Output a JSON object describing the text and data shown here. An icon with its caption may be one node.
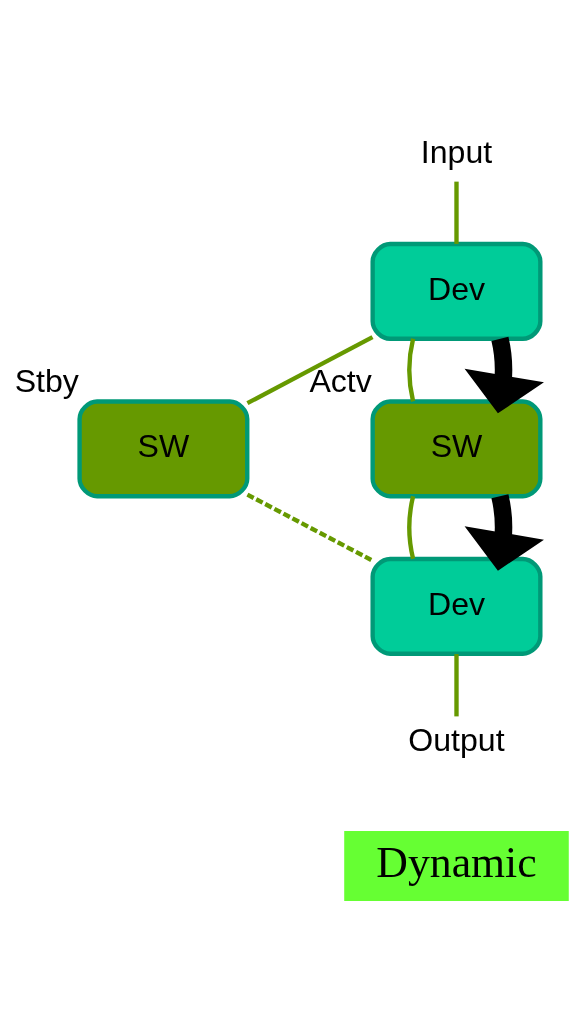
{
  "diagram": {
    "nodes": [
      {
        "text": [
          "Input"
        ]
      },
      {
        "text": [
          "Dev"
        ]
      },
      {
        "text": [
          "SW"
        ],
        "beside": [
          "Stby"
        ]
      },
      {
        "text": [
          "SW"
        ],
        "beside": [
          "Actv"
        ]
      },
      {
        "text": [
          "Dev"
        ]
      },
      {
        "text": [
          "Output"
        ]
      },
      {
        "text": [
          "Dynamic"
        ]
      }
    ],
    "edges": [
      {
        "from": 0,
        "to": 1,
        "arrow": "none"
      },
      {
        "from": 1,
        "to": 2,
        "arrow": "none"
      },
      {
        "from": 1,
        "to": 3,
        "arrow": "none"
      },
      {
        "from": 2,
        "to": 4,
        "arrow": "none",
        "style": "dashed"
      },
      {
        "from": 3,
        "to": 4,
        "arrow": "none"
      },
      {
        "from": 4,
        "to": 5,
        "arrow": "none"
      },
      {
        "from": 1,
        "to": 3,
        "arrow": "to",
        "style": "thick",
        "color": "#000000"
      },
      {
        "from": 3,
        "to": 4,
        "arrow": "to",
        "style": "thick",
        "color": "#000000"
      }
    ]
  }
}
